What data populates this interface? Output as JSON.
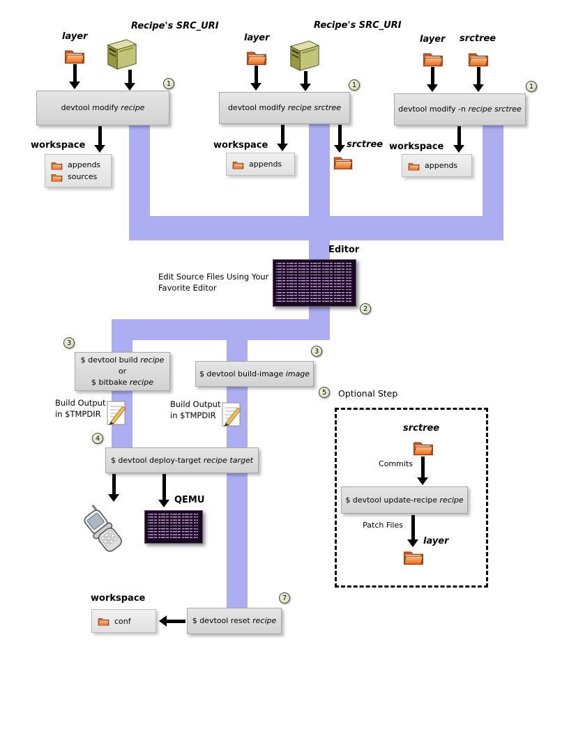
{
  "colors": {
    "connector": "#adadf2",
    "box": "#d9d9d9",
    "folder": "#e8701a",
    "terminal_bg": "#190820"
  },
  "icons": {
    "folder": "orange-folder-icon",
    "server": "green-server-icon",
    "edit_doc": "page-with-pencil-icon",
    "phone": "flip-phone-icon",
    "terminal": "terminal-screenshot"
  },
  "steps": {
    "one": "1",
    "two": "2",
    "three": "3",
    "four": "4",
    "five": "5",
    "seven": "7"
  },
  "labels": {
    "layer": "layer",
    "srctree": "srctree",
    "src_uri": "Recipe's SRC_URI",
    "workspace": "workspace",
    "editor": "Editor",
    "qemu": "QEMU",
    "edit_note_line1": "Edit Source Files Using Your",
    "edit_note_line2": "Favorite Editor",
    "build_output_line1": "Build Output",
    "build_output_line2": "in $TMPDIR",
    "optional_step": "Optional Step",
    "commits": "Commits",
    "patch_files": "Patch Files"
  },
  "folders": {
    "appends": "appends",
    "sources": "sources",
    "conf": "conf"
  },
  "commands": {
    "modify1": {
      "prefix": "devtool modify ",
      "arg": "recipe"
    },
    "modify2": {
      "prefix": "devtool modify ",
      "arg": "recipe srctree"
    },
    "modify3": {
      "prefix": "devtool modify -n ",
      "arg": "recipe srctree"
    },
    "build_line1": {
      "prefix": "$ devtool build ",
      "arg": "recipe"
    },
    "build_or": "or",
    "build_line2": {
      "prefix": "$ bitbake ",
      "arg": "recipe"
    },
    "build_image": {
      "prefix": "$ devtool build-image ",
      "arg": "image"
    },
    "deploy": {
      "prefix": "$ devtool deploy-target ",
      "arg": "recipe target"
    },
    "update_recipe": {
      "prefix": "$ devtool update-recipe ",
      "arg": "recipe"
    },
    "reset": {
      "prefix": "$ devtool reset ",
      "arg": "recipe"
    }
  }
}
